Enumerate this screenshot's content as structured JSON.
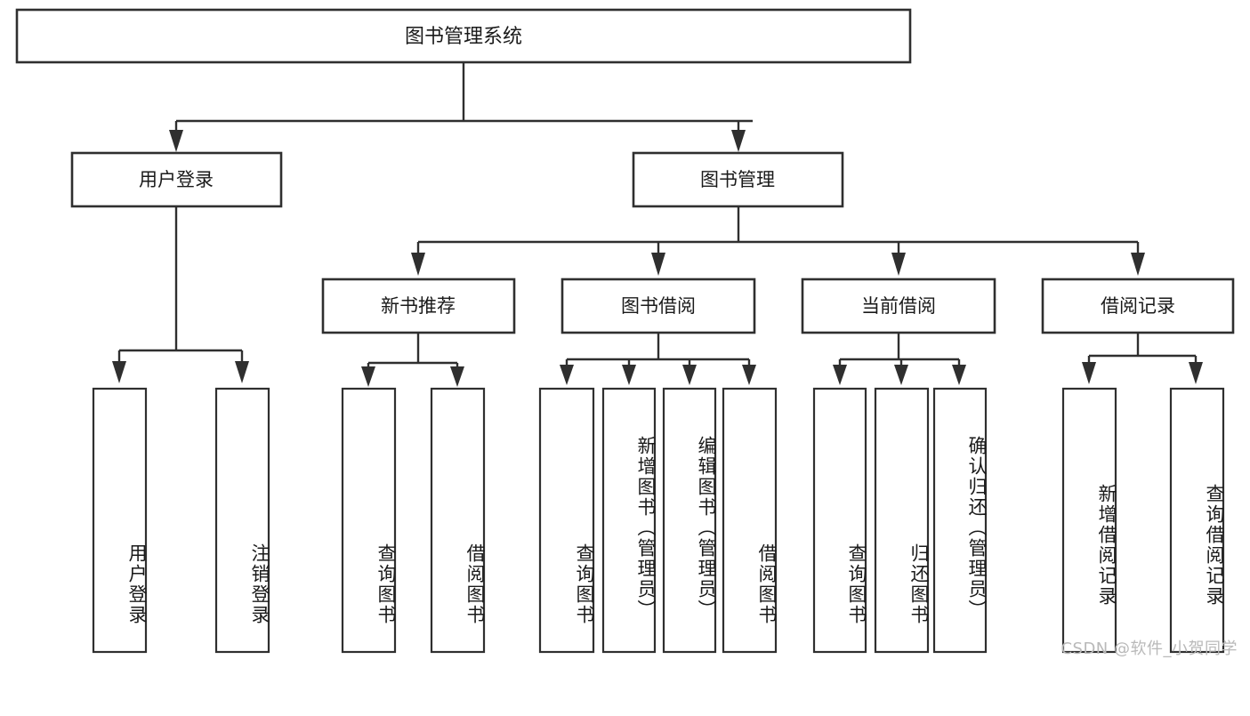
{
  "diagram": {
    "title": "图书管理系统",
    "type": "hierarchy-tree",
    "root": {
      "id": "root",
      "label": "图书管理系统"
    },
    "level2": [
      {
        "id": "user-login",
        "label": "用户登录"
      },
      {
        "id": "book-management",
        "label": "图书管理"
      }
    ],
    "level3": [
      {
        "id": "new-book-recommend",
        "label": "新书推荐",
        "parent": "book-management"
      },
      {
        "id": "book-borrow",
        "label": "图书借阅",
        "parent": "book-management"
      },
      {
        "id": "current-borrow",
        "label": "当前借阅",
        "parent": "book-management"
      },
      {
        "id": "borrow-record",
        "label": "借阅记录",
        "parent": "book-management"
      }
    ],
    "leaves": [
      {
        "id": "leaf-user-login",
        "label": "用户登录",
        "parent": "user-login"
      },
      {
        "id": "leaf-logout-login",
        "label": "注销登录",
        "parent": "user-login"
      },
      {
        "id": "leaf-query-book-1",
        "label": "查询图书",
        "parent": "new-book-recommend"
      },
      {
        "id": "leaf-borrow-book-1",
        "label": "借阅图书",
        "parent": "new-book-recommend"
      },
      {
        "id": "leaf-query-book-2",
        "label": "查询图书",
        "parent": "book-borrow"
      },
      {
        "id": "leaf-add-book",
        "label": "新增图书（管理员）",
        "parent": "book-borrow"
      },
      {
        "id": "leaf-edit-book",
        "label": "编辑图书（管理员）",
        "parent": "book-borrow"
      },
      {
        "id": "leaf-borrow-book-2",
        "label": "借阅图书",
        "parent": "book-borrow"
      },
      {
        "id": "leaf-query-book-3",
        "label": "查询图书",
        "parent": "current-borrow"
      },
      {
        "id": "leaf-return-book",
        "label": "归还图书",
        "parent": "current-borrow"
      },
      {
        "id": "leaf-confirm-return",
        "label": "确认归还（管理员）",
        "parent": "current-borrow"
      },
      {
        "id": "leaf-add-record",
        "label": "新增借阅记录",
        "parent": "borrow-record"
      },
      {
        "id": "leaf-query-record",
        "label": "查询借阅记录",
        "parent": "borrow-record"
      }
    ],
    "colors": {
      "stroke": "#2f2f2f",
      "fill": "#ffffff",
      "text": "#1a1a1a",
      "watermark": "#b9b9b9"
    }
  },
  "watermark": {
    "text": "CSDN @软件_小贺同学"
  }
}
